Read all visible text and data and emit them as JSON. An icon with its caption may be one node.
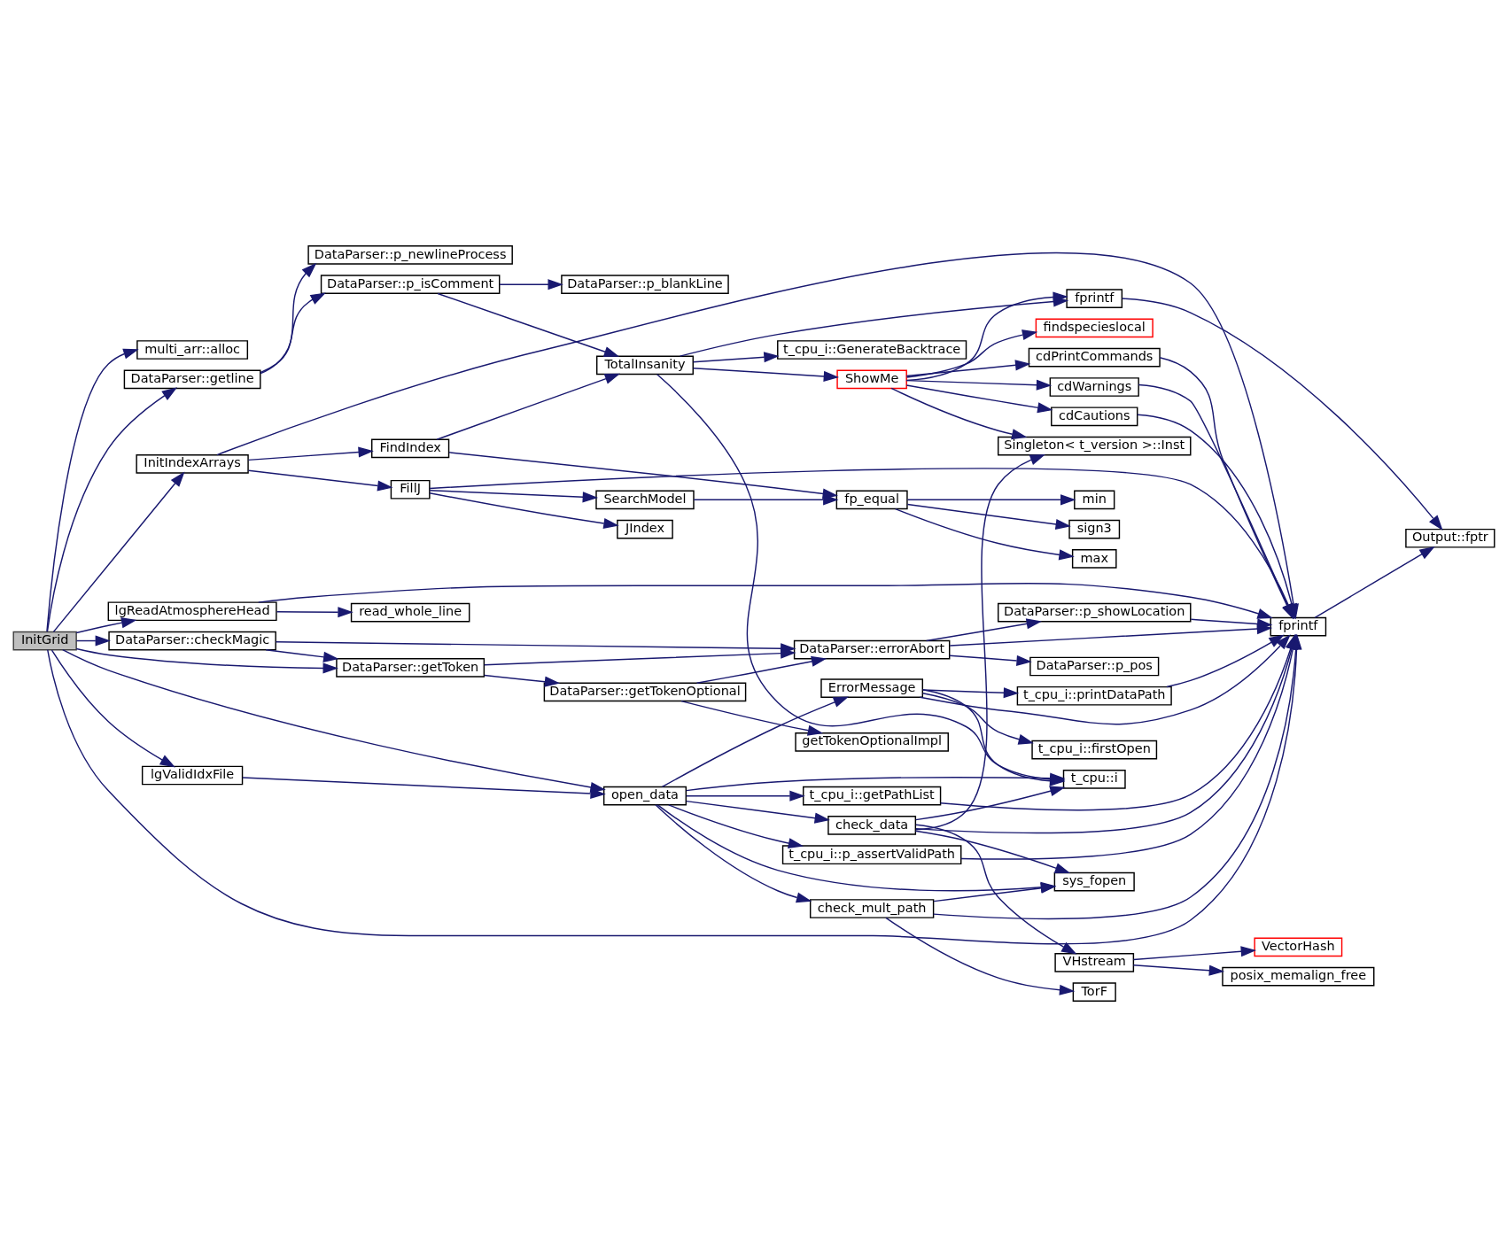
{
  "diagram": {
    "nodes": [
      {
        "text": [
          "InitGrid"
        ]
      },
      {
        "text": [
          "multi_arr::alloc"
        ]
      },
      {
        "text": [
          "DataParser::getline"
        ]
      },
      {
        "text": [
          "DataParser::p_newlineProcess"
        ]
      },
      {
        "text": [
          "DataParser::p_isComment"
        ]
      },
      {
        "text": [
          "DataParser::p_blankLine"
        ]
      },
      {
        "text": [
          "InitIndexArrays"
        ]
      },
      {
        "text": [
          "FindIndex"
        ]
      },
      {
        "text": [
          "FillJ"
        ]
      },
      {
        "text": [
          "JIndex"
        ]
      },
      {
        "text": [
          "SearchModel"
        ]
      },
      {
        "text": [
          "TotalInsanity"
        ]
      },
      {
        "text": [
          "t_cpu_i::GenerateBacktrace"
        ]
      },
      {
        "text": [
          "ShowMe"
        ]
      },
      {
        "text": [
          "fprintf"
        ]
      },
      {
        "text": [
          "findspecieslocal"
        ]
      },
      {
        "text": [
          "cdCautions"
        ]
      },
      {
        "text": [
          "cdPrintCommands"
        ]
      },
      {
        "text": [
          "cdWarnings"
        ]
      },
      {
        "text": [
          "fp_equal"
        ]
      },
      {
        "text": [
          "min"
        ]
      },
      {
        "text": [
          "sign3"
        ]
      },
      {
        "text": [
          "max"
        ]
      },
      {
        "text": [
          "lgReadAtmosphereHead"
        ]
      },
      {
        "text": [
          "read_whole_line"
        ]
      },
      {
        "text": [
          "DataParser::checkMagic"
        ]
      },
      {
        "text": [
          "DataParser::errorAbort"
        ]
      },
      {
        "text": [
          "DataParser::p_showLocation"
        ]
      },
      {
        "text": [
          "DataParser::p_pos"
        ]
      },
      {
        "text": [
          "DataParser::getToken"
        ]
      },
      {
        "text": [
          "DataParser::getTokenOptional"
        ]
      },
      {
        "text": [
          "getTokenOptionalImpl"
        ]
      },
      {
        "text": [
          "fprintf"
        ]
      },
      {
        "text": [
          "Output::fptr"
        ]
      },
      {
        "text": [
          "lgValidIdxFile"
        ]
      },
      {
        "text": [
          "open_data"
        ]
      },
      {
        "text": [
          "t_cpu_i::getPathList"
        ]
      },
      {
        "text": [
          "Singleton< t_version >::Inst"
        ]
      },
      {
        "text": [
          "t_cpu_i::p_assertValidPath"
        ]
      },
      {
        "text": [
          "ErrorMessage"
        ]
      },
      {
        "text": [
          "t_cpu_i::printDataPath"
        ]
      },
      {
        "text": [
          "t_cpu_i::firstOpen"
        ]
      },
      {
        "text": [
          "t_cpu::i"
        ]
      },
      {
        "text": [
          "check_data"
        ]
      },
      {
        "text": [
          "VHstream"
        ]
      },
      {
        "text": [
          "VectorHash"
        ]
      },
      {
        "text": [
          "posix_memalign_free"
        ]
      },
      {
        "text": [
          "sys_fopen"
        ]
      },
      {
        "text": [
          "check_mult_path"
        ]
      },
      {
        "text": [
          "TorF"
        ]
      }
    ],
    "edges": [
      {
        "from": 0,
        "to": 1,
        "arrow": "to"
      },
      {
        "from": 0,
        "to": 2,
        "arrow": "to"
      },
      {
        "from": 0,
        "to": 6,
        "arrow": "to"
      },
      {
        "from": 0,
        "to": 23,
        "arrow": "to"
      },
      {
        "from": 0,
        "to": 25,
        "arrow": "to"
      },
      {
        "from": 0,
        "to": 29,
        "arrow": "to"
      },
      {
        "from": 0,
        "to": 32,
        "arrow": "to"
      },
      {
        "from": 0,
        "to": 35,
        "arrow": "to"
      },
      {
        "from": 0,
        "to": 34,
        "arrow": "to"
      },
      {
        "from": 2,
        "to": 3,
        "arrow": "to"
      },
      {
        "from": 2,
        "to": 4,
        "arrow": "to"
      },
      {
        "from": 4,
        "to": 5,
        "arrow": "to"
      },
      {
        "from": 4,
        "to": 11,
        "arrow": "to"
      },
      {
        "from": 6,
        "to": 32,
        "arrow": "to"
      },
      {
        "from": 6,
        "to": 7,
        "arrow": "to"
      },
      {
        "from": 6,
        "to": 8,
        "arrow": "to"
      },
      {
        "from": 7,
        "to": 11,
        "arrow": "to"
      },
      {
        "from": 7,
        "to": 19,
        "arrow": "to"
      },
      {
        "from": 8,
        "to": 32,
        "arrow": "to"
      },
      {
        "from": 8,
        "to": 9,
        "arrow": "to"
      },
      {
        "from": 8,
        "to": 10,
        "arrow": "to"
      },
      {
        "from": 10,
        "to": 19,
        "arrow": "to"
      },
      {
        "from": 11,
        "to": 12,
        "arrow": "to"
      },
      {
        "from": 11,
        "to": 14,
        "arrow": "to"
      },
      {
        "from": 11,
        "to": 13,
        "arrow": "to"
      },
      {
        "from": 11,
        "to": 42,
        "arrow": "to"
      },
      {
        "from": 13,
        "to": 14,
        "arrow": "to"
      },
      {
        "from": 13,
        "to": 15,
        "arrow": "to"
      },
      {
        "from": 13,
        "to": 16,
        "arrow": "to"
      },
      {
        "from": 13,
        "to": 17,
        "arrow": "to"
      },
      {
        "from": 13,
        "to": 18,
        "arrow": "to"
      },
      {
        "from": 13,
        "to": 37,
        "arrow": "to"
      },
      {
        "from": 14,
        "to": 33,
        "arrow": "to"
      },
      {
        "from": 16,
        "to": 32,
        "arrow": "to"
      },
      {
        "from": 17,
        "to": 32,
        "arrow": "to"
      },
      {
        "from": 18,
        "to": 32,
        "arrow": "to"
      },
      {
        "from": 19,
        "to": 20,
        "arrow": "to"
      },
      {
        "from": 19,
        "to": 21,
        "arrow": "to"
      },
      {
        "from": 19,
        "to": 22,
        "arrow": "to"
      },
      {
        "from": 23,
        "to": 32,
        "arrow": "to"
      },
      {
        "from": 23,
        "to": 24,
        "arrow": "to"
      },
      {
        "from": 25,
        "to": 26,
        "arrow": "to"
      },
      {
        "from": 25,
        "to": 29,
        "arrow": "to"
      },
      {
        "from": 26,
        "to": 32,
        "arrow": "to"
      },
      {
        "from": 26,
        "to": 27,
        "arrow": "to"
      },
      {
        "from": 26,
        "to": 28,
        "arrow": "to"
      },
      {
        "from": 27,
        "to": 32,
        "arrow": "to"
      },
      {
        "from": 29,
        "to": 26,
        "arrow": "to"
      },
      {
        "from": 29,
        "to": 30,
        "arrow": "to"
      },
      {
        "from": 30,
        "to": 26,
        "arrow": "to"
      },
      {
        "from": 30,
        "to": 31,
        "arrow": "to"
      },
      {
        "from": 32,
        "to": 33,
        "arrow": "to"
      },
      {
        "from": 34,
        "to": 35,
        "arrow": "to"
      },
      {
        "from": 35,
        "to": 36,
        "arrow": "to"
      },
      {
        "from": 35,
        "to": 38,
        "arrow": "to"
      },
      {
        "from": 35,
        "to": 39,
        "arrow": "to"
      },
      {
        "from": 35,
        "to": 42,
        "arrow": "to"
      },
      {
        "from": 35,
        "to": 43,
        "arrow": "to"
      },
      {
        "from": 35,
        "to": 47,
        "arrow": "to"
      },
      {
        "from": 35,
        "to": 48,
        "arrow": "to"
      },
      {
        "from": 36,
        "to": 32,
        "arrow": "to"
      },
      {
        "from": 38,
        "to": 32,
        "arrow": "to"
      },
      {
        "from": 39,
        "to": 32,
        "arrow": "to"
      },
      {
        "from": 39,
        "to": 40,
        "arrow": "to"
      },
      {
        "from": 39,
        "to": 41,
        "arrow": "to"
      },
      {
        "from": 39,
        "to": 42,
        "arrow": "to"
      },
      {
        "from": 40,
        "to": 32,
        "arrow": "to"
      },
      {
        "from": 43,
        "to": 37,
        "arrow": "to"
      },
      {
        "from": 43,
        "to": 42,
        "arrow": "to"
      },
      {
        "from": 43,
        "to": 32,
        "arrow": "to"
      },
      {
        "from": 43,
        "to": 44,
        "arrow": "to"
      },
      {
        "from": 43,
        "to": 47,
        "arrow": "to"
      },
      {
        "from": 44,
        "to": 45,
        "arrow": "to"
      },
      {
        "from": 44,
        "to": 46,
        "arrow": "to"
      },
      {
        "from": 48,
        "to": 47,
        "arrow": "to"
      },
      {
        "from": 48,
        "to": 32,
        "arrow": "to"
      },
      {
        "from": 48,
        "to": 49,
        "arrow": "to"
      }
    ]
  }
}
